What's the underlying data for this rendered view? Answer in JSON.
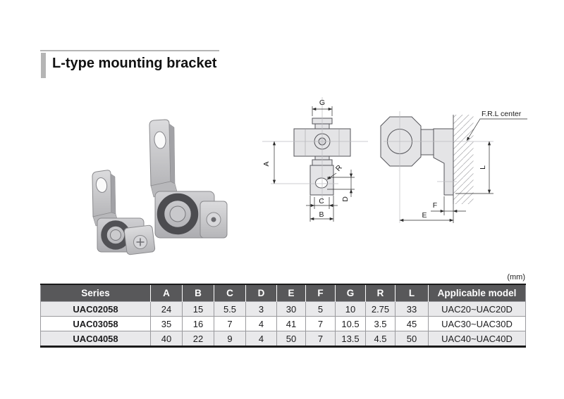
{
  "page": {
    "title": "L-type mounting bracket",
    "unit_label": "(mm)"
  },
  "drawing": {
    "front_view": {
      "label_g": "G",
      "label_a": "A",
      "label_r": "R",
      "label_c": "C",
      "label_b": "B",
      "label_d": "D"
    },
    "side_view": {
      "label_frl_center": "F.R.L center",
      "label_l": "L",
      "label_f": "F",
      "label_e": "E"
    }
  },
  "table": {
    "headers": [
      "Series",
      "A",
      "B",
      "C",
      "D",
      "E",
      "F",
      "G",
      "R",
      "L",
      "Applicable model"
    ],
    "rows": [
      [
        "UAC02058",
        "24",
        "15",
        "5.5",
        "3",
        "30",
        "5",
        "10",
        "2.75",
        "33",
        "UAC20~UAC20D"
      ],
      [
        "UAC03058",
        "35",
        "16",
        "7",
        "4",
        "41",
        "7",
        "10.5",
        "3.5",
        "45",
        "UAC30~UAC30D"
      ],
      [
        "UAC04058",
        "40",
        "22",
        "9",
        "4",
        "50",
        "7",
        "13.5",
        "4.5",
        "50",
        "UAC40~UAC40D"
      ]
    ]
  },
  "colors": {
    "table_header_bg": "#58585a",
    "table_header_text": "#ffffff",
    "table_row_alt_bg": "#e9e9eb",
    "accent_bar": "#b5b5b5",
    "part_fill": "#e4e4e6",
    "drawing_line": "#55555a"
  }
}
